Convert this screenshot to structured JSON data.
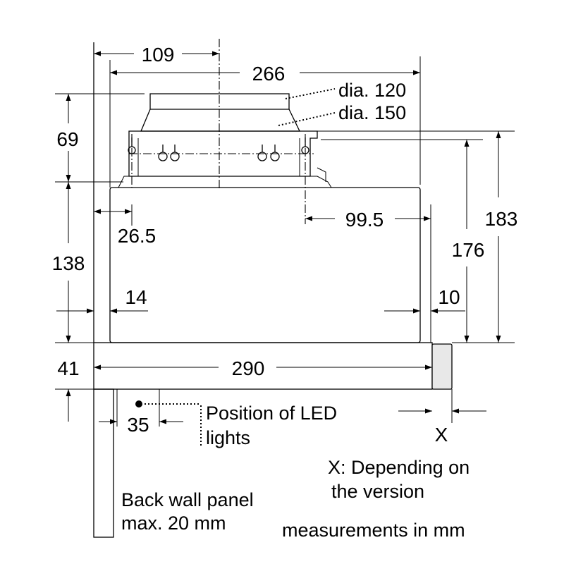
{
  "dimensions": {
    "d109": "109",
    "d266": "266",
    "d69": "69",
    "d138": "138",
    "d41": "41",
    "d26_5": "26.5",
    "d99_5": "99.5",
    "d176": "176",
    "d183": "183",
    "d14": "14",
    "d10": "10",
    "d290": "290",
    "d35": "35",
    "dx": "X"
  },
  "labels": {
    "dia120": "dia. 120",
    "dia150": "dia. 150",
    "led_line1": "Position of LED",
    "led_line2": "lights",
    "version_line1": "X: Depending on",
    "version_line2": "the version",
    "backwall_line1": "Back wall panel",
    "backwall_line2": "max. 20 mm",
    "units": "measurements in mm"
  }
}
